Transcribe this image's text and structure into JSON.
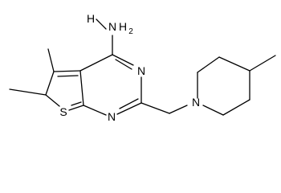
{
  "molecule": {
    "atoms": {
      "hydrazine_nh": "H",
      "hydrazine_n2": "N",
      "hydrazine_h2": "2",
      "pyrimidine_n3": "N",
      "pyrimidine_n1": "N",
      "thiophene_s": "S",
      "piperidine_n": "N"
    }
  }
}
